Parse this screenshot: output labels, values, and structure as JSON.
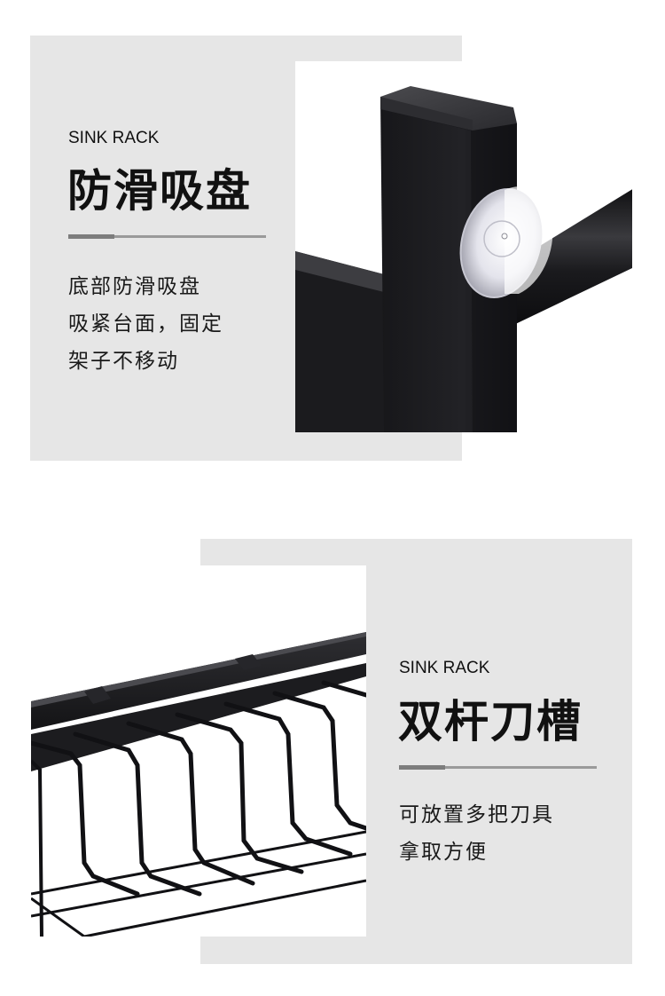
{
  "sections": [
    {
      "eyebrow": "SINK RACK",
      "title": "防滑吸盘",
      "description": [
        "底部防滑吸盘",
        "吸紧台面，固定",
        "架子不移动"
      ],
      "photo_subject": "black-frame-with-suction-cup"
    },
    {
      "eyebrow": "SINK RACK",
      "title": "双杆刀槽",
      "description": [
        "可放置多把刀具",
        "拿取方便"
      ],
      "photo_subject": "black-wire-rack-knife-slot"
    }
  ],
  "colors": {
    "panel_bg": "#e6e6e6",
    "text": "#111111",
    "divider": "#9a9a9a",
    "divider_accent": "#7d7d7d",
    "product_black": "#1c1c20"
  }
}
